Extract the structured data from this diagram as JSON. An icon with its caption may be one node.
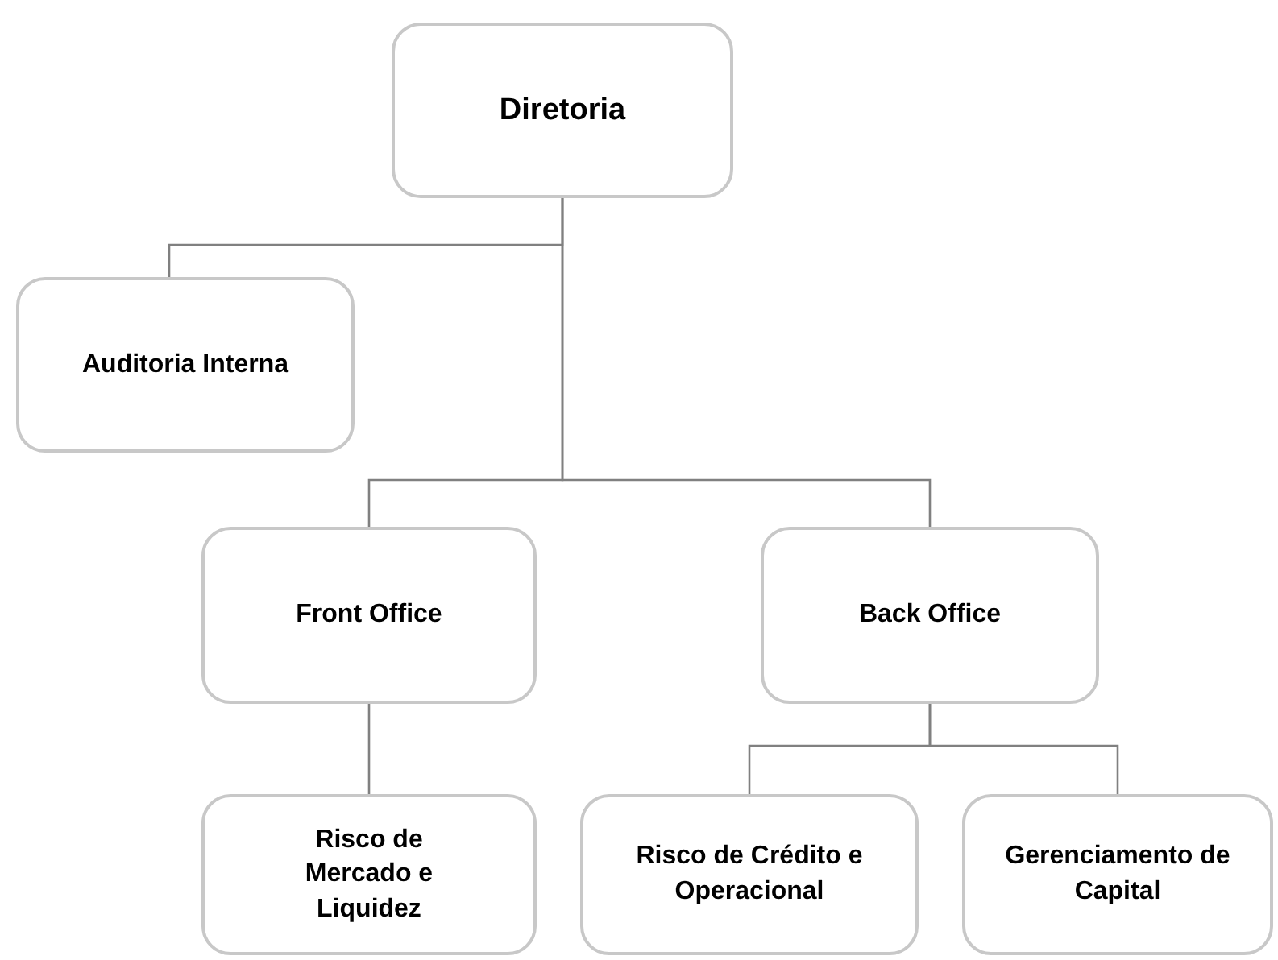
{
  "diagram": {
    "nodes": [
      {
        "text": [
          "Diretoria"
        ]
      },
      {
        "text": [
          "Auditoria Interna"
        ]
      },
      {
        "text": [
          "Front Office"
        ]
      },
      {
        "text": [
          "Back Office"
        ]
      },
      {
        "text": [
          "Risco de Mercado e Liquidez"
        ]
      },
      {
        "text": [
          "Risco de Crédito e Operacional"
        ]
      },
      {
        "text": [
          "Gerenciamento de Capital"
        ]
      }
    ],
    "edges": [
      {
        "from": 0,
        "to": 1,
        "arrow": "none"
      },
      {
        "from": 0,
        "to": 2,
        "arrow": "none"
      },
      {
        "from": 0,
        "to": 3,
        "arrow": "none"
      },
      {
        "from": 2,
        "to": 4,
        "arrow": "none"
      },
      {
        "from": 3,
        "to": 5,
        "arrow": "none"
      },
      {
        "from": 3,
        "to": 6,
        "arrow": "none"
      }
    ]
  }
}
